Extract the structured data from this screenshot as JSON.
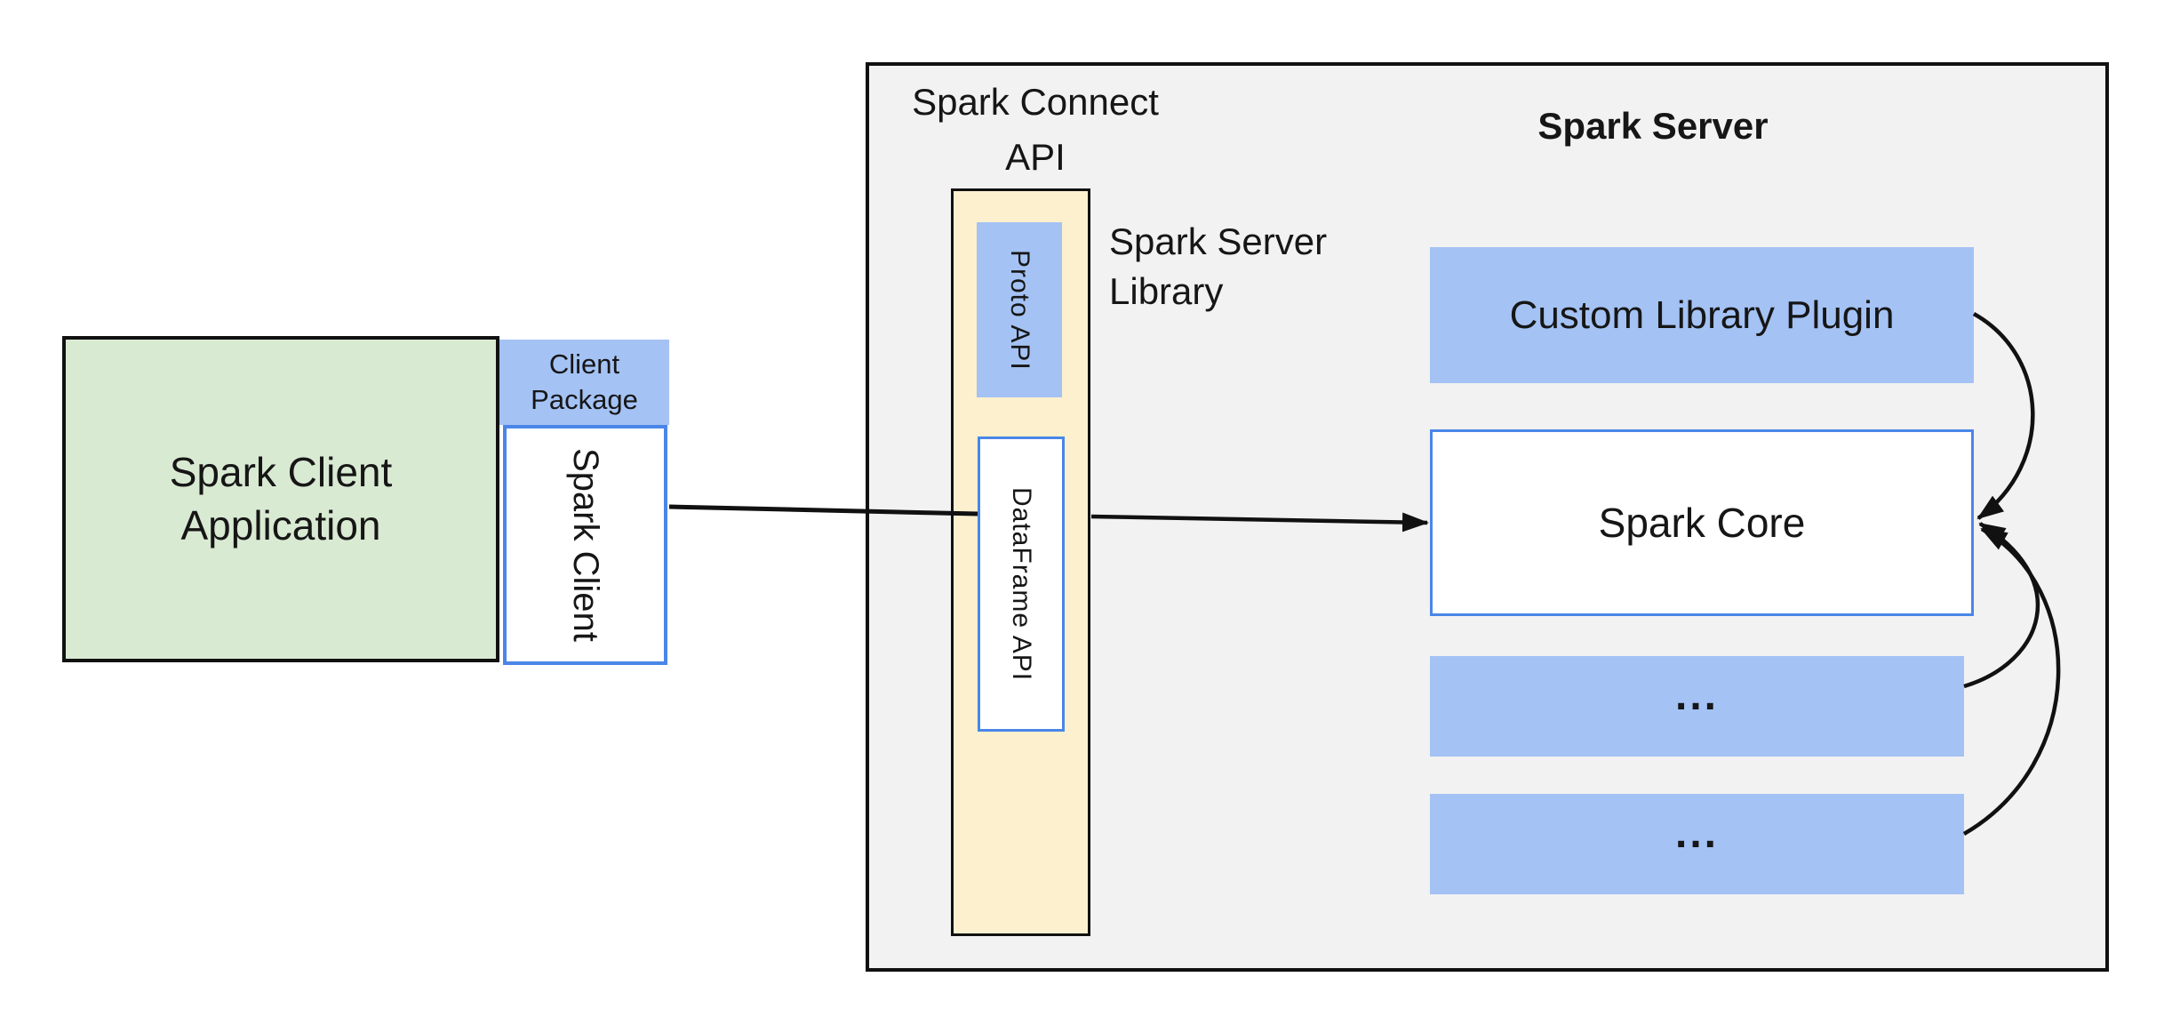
{
  "colors": {
    "green_fill": "#d9ead3",
    "blue_fill": "#a4c2f4",
    "yellow_fill": "#fdf0ce",
    "gray_fill": "#f2f2f2",
    "blue_border": "#4a86e8",
    "line_color": "#111111"
  },
  "client": {
    "app_label": "Spark Client\nApplication",
    "package_label": "Client\nPackage",
    "client_label": "Spark Client"
  },
  "connect": {
    "api_label": "Spark Connect\nAPI",
    "proto_label": "Proto API",
    "dataframe_label": "DataFrame API",
    "library_label": "Spark Server\nLibrary"
  },
  "server": {
    "title": "Spark Server",
    "plugin_label": "Custom Library Plugin",
    "core_label": "Spark Core",
    "more1": "...",
    "more2": "..."
  }
}
